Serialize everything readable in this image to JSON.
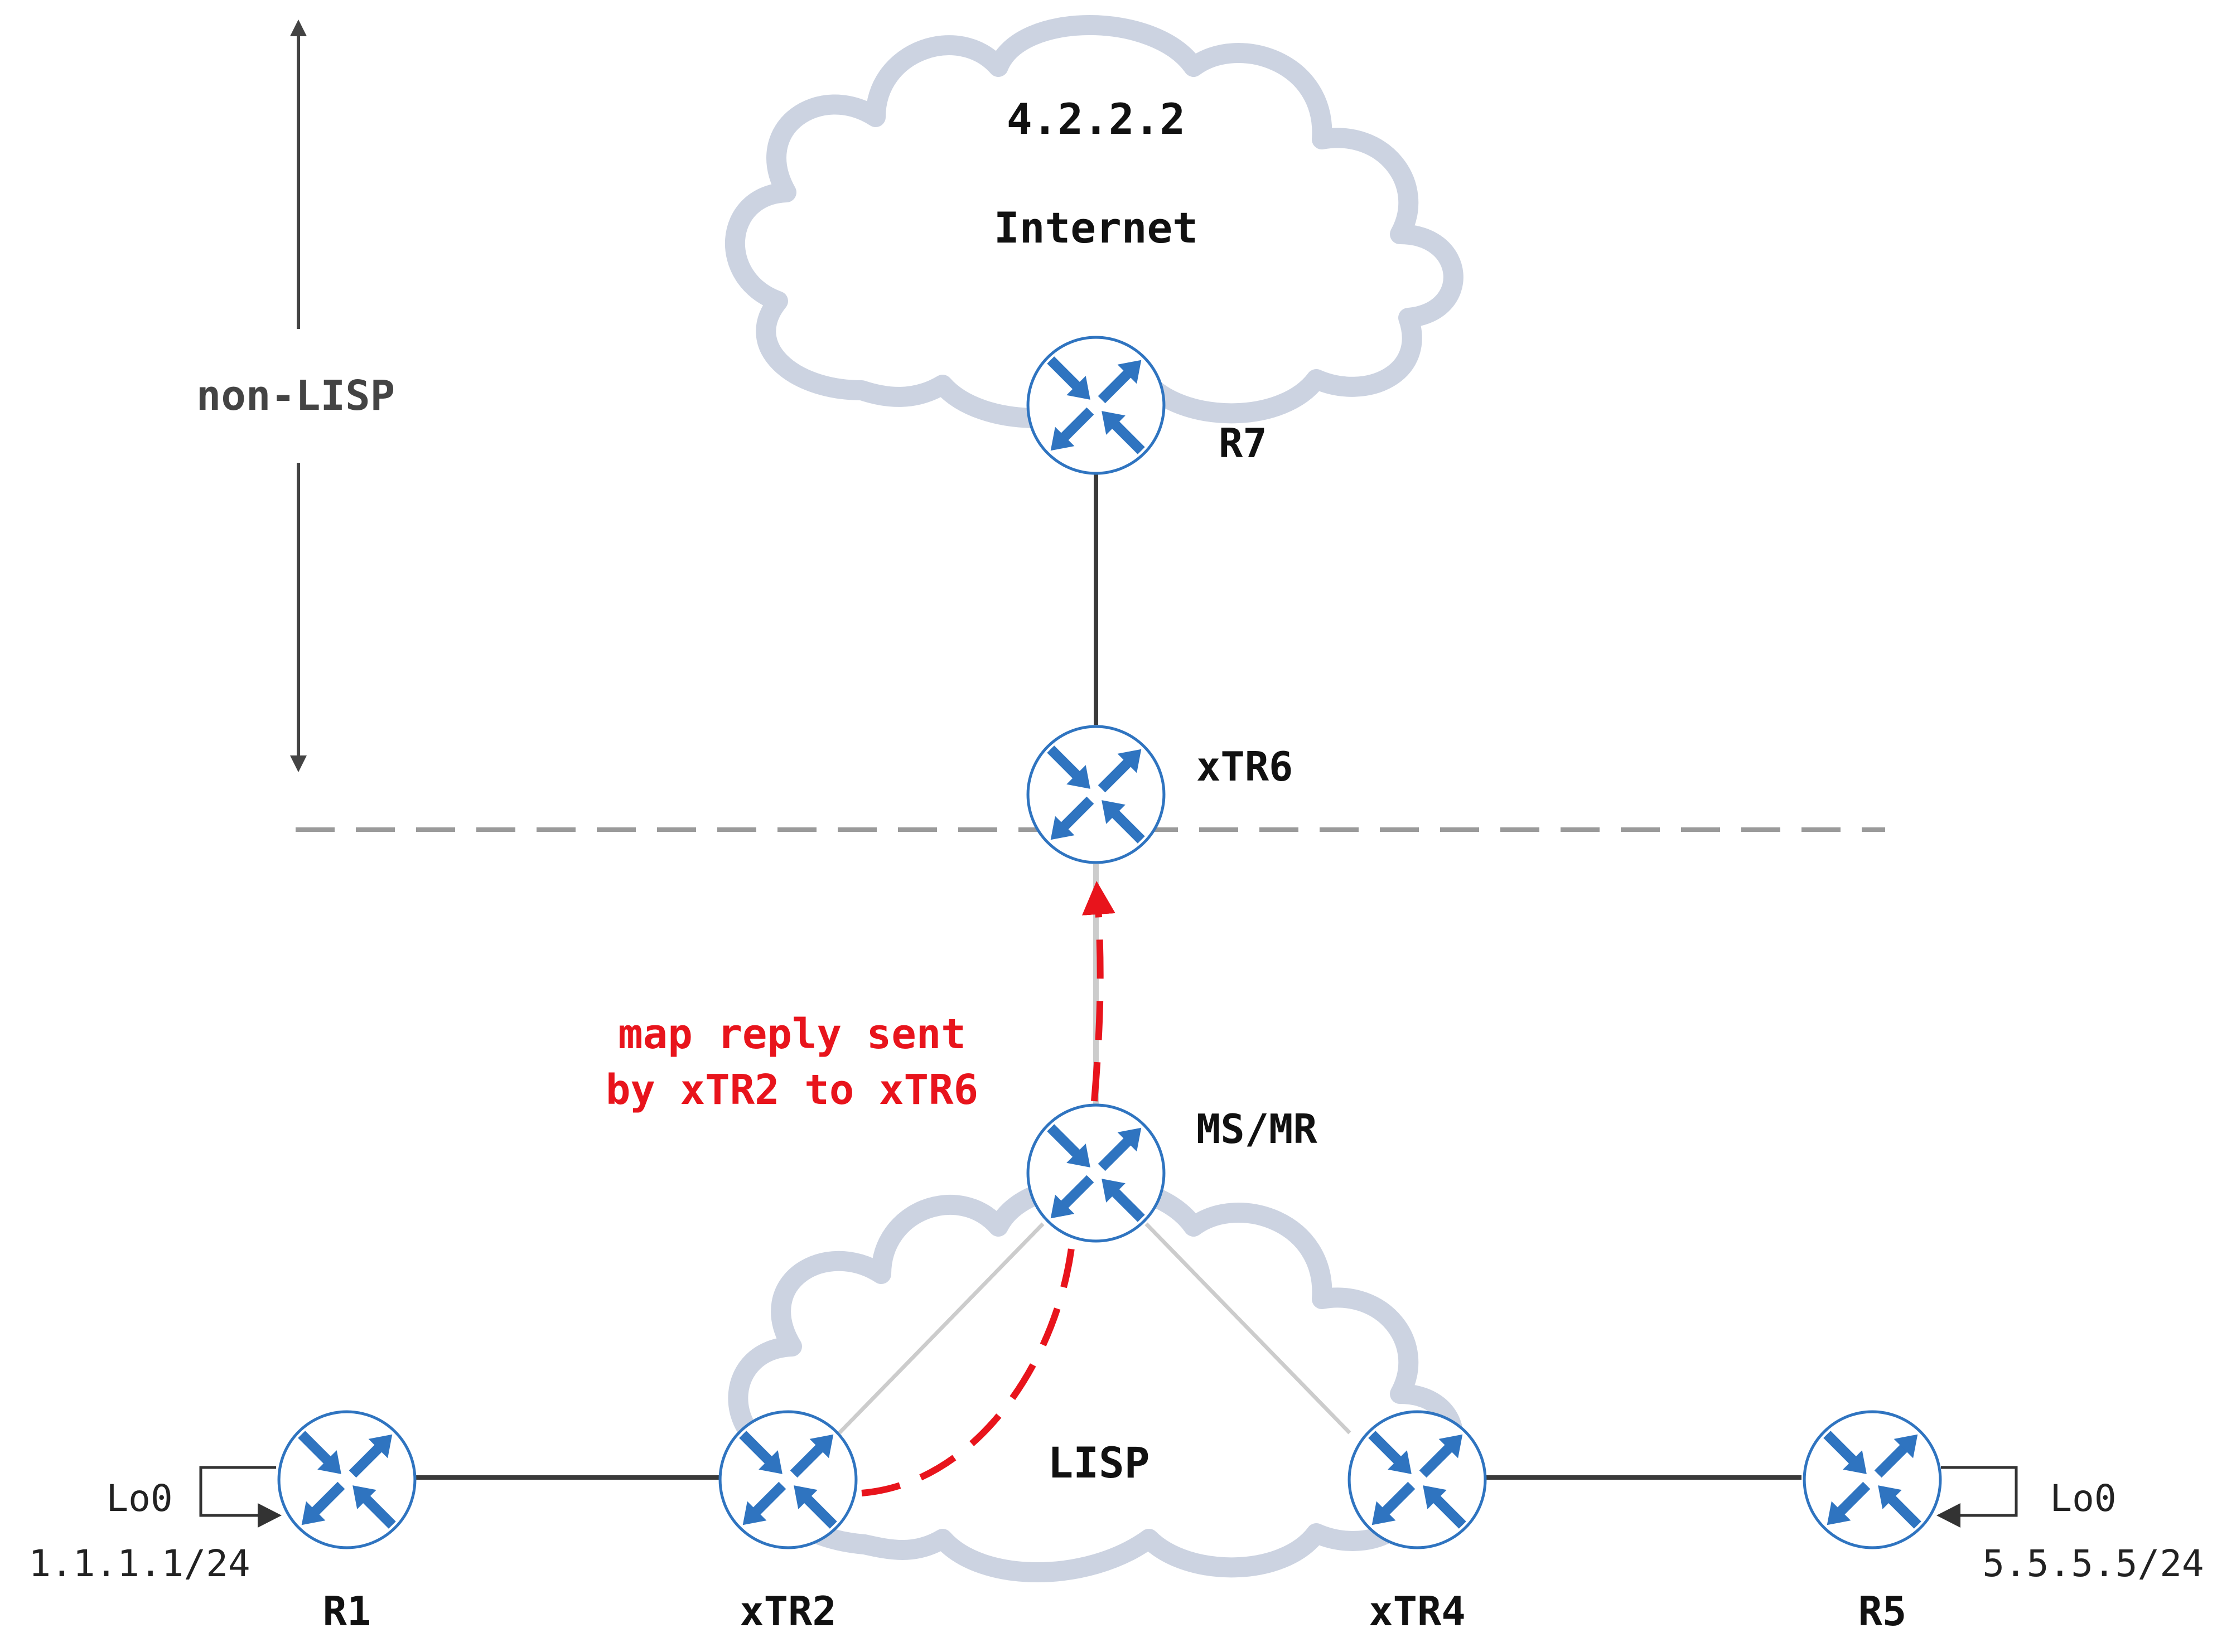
{
  "colors": {
    "cloud": "#ccd3e1",
    "router_icon": "#2f74c0",
    "router_ring": "#2f74c0",
    "link": "#3a3a3a",
    "lisp_link": "#cccccc",
    "boundary": "#9a9a9a",
    "map_reply": "#e8141c"
  },
  "clouds": {
    "internet": {
      "ip": "4.2.2.2",
      "name": "Internet"
    },
    "lisp": {
      "name": "LISP"
    }
  },
  "domains": {
    "non_lisp": "non-LISP"
  },
  "routers": {
    "r7": {
      "name": "R7",
      "icon": "router-icon"
    },
    "xtr6": {
      "name": "xTR6",
      "icon": "router-icon"
    },
    "msmr": {
      "name": "MS/MR",
      "icon": "router-icon"
    },
    "r1": {
      "name": "R1",
      "icon": "router-icon",
      "loopback": "Lo0",
      "address": "1.1.1.1/24"
    },
    "xtr2": {
      "name": "xTR2",
      "icon": "router-icon"
    },
    "xtr4": {
      "name": "xTR4",
      "icon": "router-icon"
    },
    "r5": {
      "name": "R5",
      "icon": "router-icon",
      "loopback": "Lo0",
      "address": "5.5.5.5/24"
    }
  },
  "annotation": {
    "line1": "map reply sent",
    "line2": "by xTR2 to xTR6"
  }
}
